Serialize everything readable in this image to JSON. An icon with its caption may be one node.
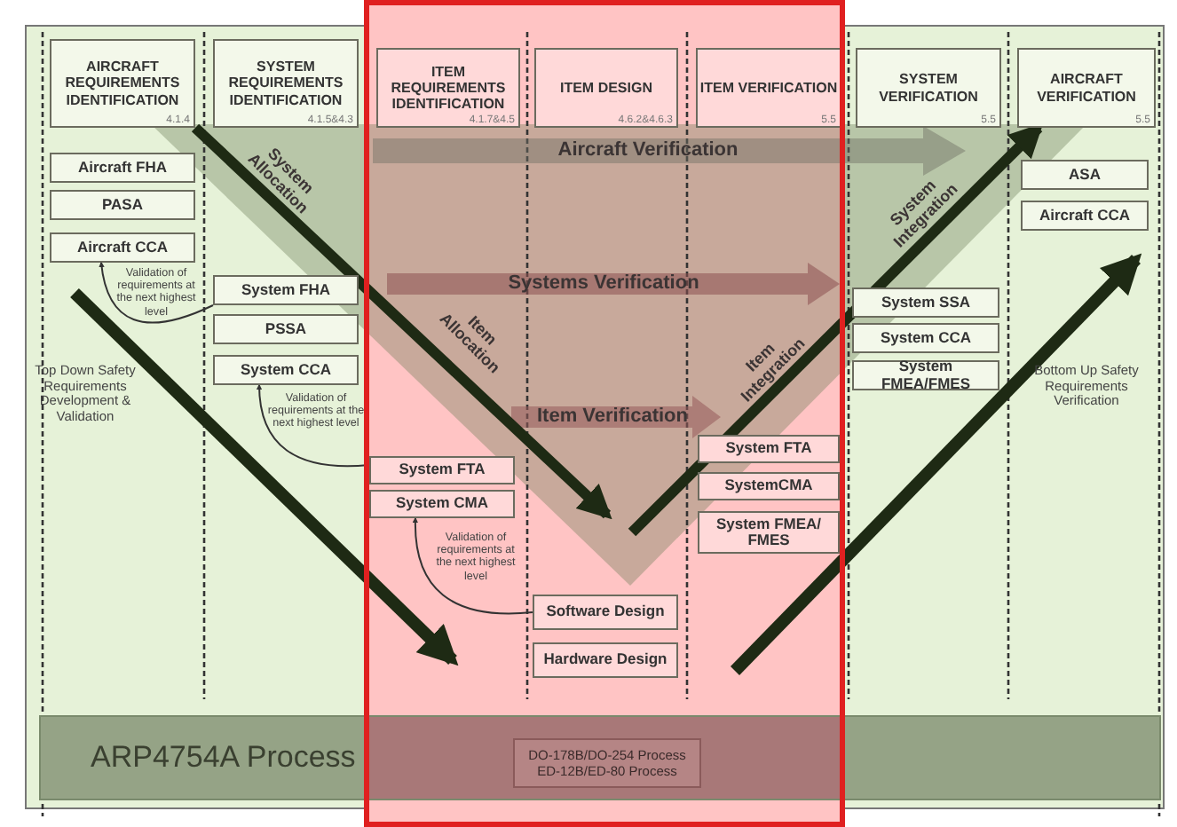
{
  "diagram": {
    "nodes": [
      {
        "text": [
          "AIRCRAFT REQUIREMENTS IDENTIFICATION",
          "4.1.4"
        ]
      },
      {
        "text": [
          "SYSTEM REQUIREMENTS IDENTIFICATION",
          "4.1.5&4.3"
        ]
      },
      {
        "text": [
          "ITEM REQUIREMENTS IDENTIFICATION",
          "4.1.7&4.5"
        ]
      },
      {
        "text": [
          "ITEM DESIGN",
          "4.6.2&4.6.3"
        ]
      },
      {
        "text": [
          "ITEM VERIFICATION",
          "5.5"
        ]
      },
      {
        "text": [
          "SYSTEM VERIFICATION",
          "5.5"
        ]
      },
      {
        "text": [
          "AIRCRAFT VERIFICATION",
          "5.5"
        ]
      },
      {
        "text": [
          "Aircraft FHA"
        ]
      },
      {
        "text": [
          "PASA"
        ]
      },
      {
        "text": [
          "Aircraft CCA"
        ]
      },
      {
        "text": [
          "System FHA"
        ]
      },
      {
        "text": [
          "PSSA"
        ]
      },
      {
        "text": [
          "System CCA"
        ]
      },
      {
        "text": [
          "System FTA"
        ]
      },
      {
        "text": [
          "System CMA"
        ]
      },
      {
        "text": [
          "Software Design"
        ]
      },
      {
        "text": [
          "Hardware Design"
        ]
      },
      {
        "text": [
          "System FTA"
        ]
      },
      {
        "text": [
          "SystemCMA"
        ]
      },
      {
        "text": [
          "System FMEA/ FMES"
        ]
      },
      {
        "text": [
          "System SSA"
        ]
      },
      {
        "text": [
          "System CCA"
        ]
      },
      {
        "text": [
          "System FMEA/FMES"
        ]
      },
      {
        "text": [
          "ASA"
        ]
      },
      {
        "text": [
          "Aircraft CCA"
        ]
      },
      {
        "text": [
          "ARP4754A Process"
        ]
      },
      {
        "text": [
          "DO-178B/DO-254 Process",
          "ED-12B/ED-80 Process"
        ],
        "in": 25
      }
    ],
    "edges": [
      {
        "from": 0,
        "to": null,
        "arrow": "to",
        "style": "thick"
      },
      {
        "from": null,
        "to": 6,
        "arrow": "to",
        "style": "thick"
      },
      {
        "from": 10,
        "to": 9,
        "arrow": "to"
      },
      {
        "from": 13,
        "to": 12,
        "arrow": "to"
      },
      {
        "from": 15,
        "to": 14,
        "arrow": "to"
      }
    ],
    "labels": [
      "System Allocation",
      "Aircraft Verification",
      "Validation of requirements at the next highest level",
      "Systems Verification",
      "System Integration",
      "Item Allocation",
      "Item Integration",
      "Validation of requirements at the next highest level",
      "Top Down Safety Requirements Development & Validation",
      "Bottom Up Safety Requirements Verification",
      "Item Verification",
      "Validation of requirements at the next highest level"
    ]
  }
}
